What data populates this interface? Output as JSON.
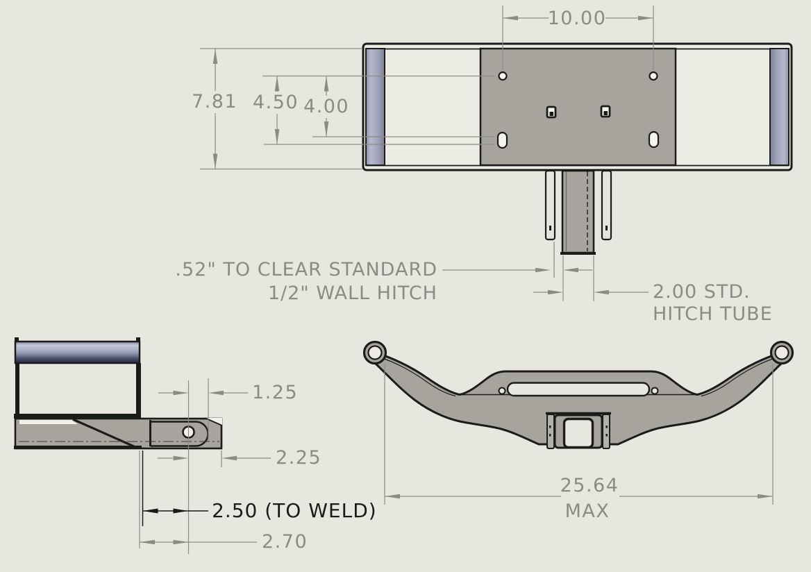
{
  "colors": {
    "background": "#e8e7df",
    "part_gray": "#a7a49e",
    "edge_black": "#1b1b1b",
    "dimension_gray": "#8b8b84",
    "highlight_dimension_black": "#1a1a1a",
    "steel_blue_light": "#c7cadb",
    "steel_blue_dark": "#2c2f45"
  },
  "views": {
    "top": {
      "dims": {
        "hole_spacing": "10.00",
        "overall_depth": "7.81",
        "hole_to_slot_bottom": "4.50",
        "hole_to_slot_top": "4.00",
        "clearance_note_line1": ".52\" TO CLEAR STANDARD",
        "clearance_note_line2": "1/2\" WALL HITCH",
        "tube_note_line1": "2.00 STD.",
        "tube_note_line2": "HITCH TUBE"
      }
    },
    "side": {
      "dims": {
        "hole_to_tube_inner_end": "1.25",
        "hole_to_tube_end": "2.25",
        "hole_to_weld": "2.50 (TO WELD)",
        "hole_to_plate_face": "2.70"
      }
    },
    "front": {
      "dims": {
        "overall_width": "25.64",
        "overall_width_qualifier": "MAX"
      }
    }
  }
}
